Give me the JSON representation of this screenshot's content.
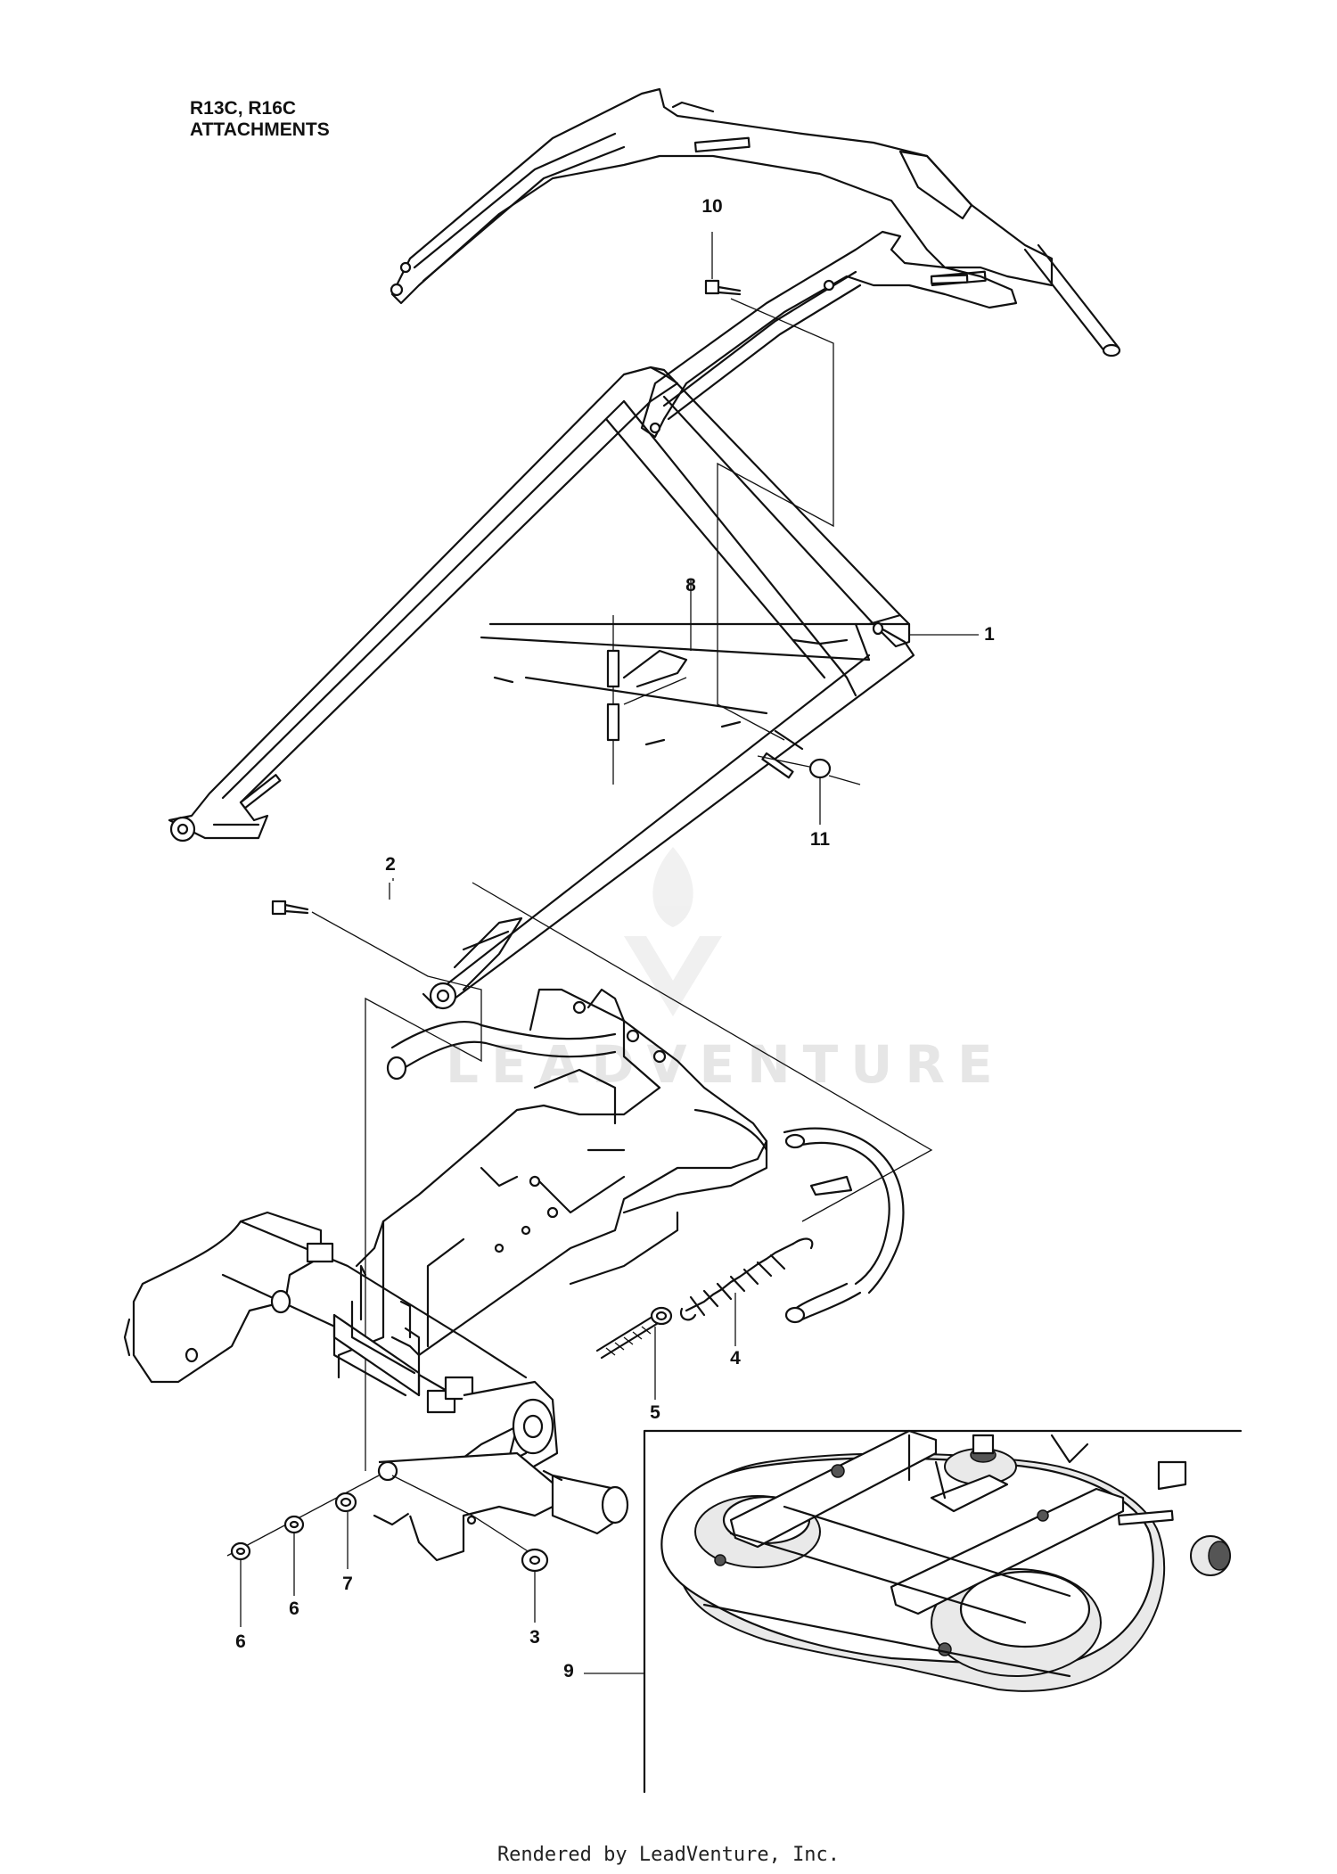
{
  "title_lines": [
    "R13C, R16C",
    "ATTACHMENTS"
  ],
  "callouts": {
    "c1": "1",
    "c2": "2",
    "c3": "3",
    "c4": "4",
    "c5": "5",
    "c6a": "6",
    "c6b": "6",
    "c7": "7",
    "c8": "8",
    "c9": "9",
    "c10": "10",
    "c11": "11"
  },
  "watermark": "LEADVENTURE",
  "footer": "Rendered by LeadVenture, Inc."
}
